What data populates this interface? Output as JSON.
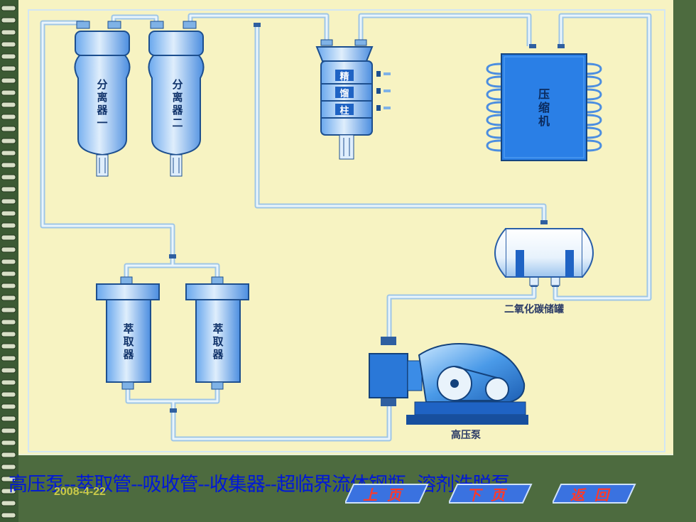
{
  "labels": {
    "separator1": "分离器一",
    "separator2": "分离器二",
    "rectifying_column": [
      "精",
      "馏",
      "柱"
    ],
    "compressor": "压缩机",
    "co2_tank": "二氧化碳储罐",
    "extractor1": "萃取器",
    "extractor2": "萃取器",
    "high_pressure_pump": "高压泵"
  },
  "caption": "高压泵--萃取管--吸收管--收集器--超临界流体钢瓶--溶剂洗脱泵",
  "date": "2008-4-22",
  "nav": {
    "prev": "上页",
    "next": "下页",
    "back": "返回"
  },
  "colors": {
    "panel": "#f7f3c2",
    "equipment": "#2f7fe0",
    "pipe": "#c4dff2",
    "caption": "#0018d8",
    "nav_label": "#ff3a2a"
  }
}
